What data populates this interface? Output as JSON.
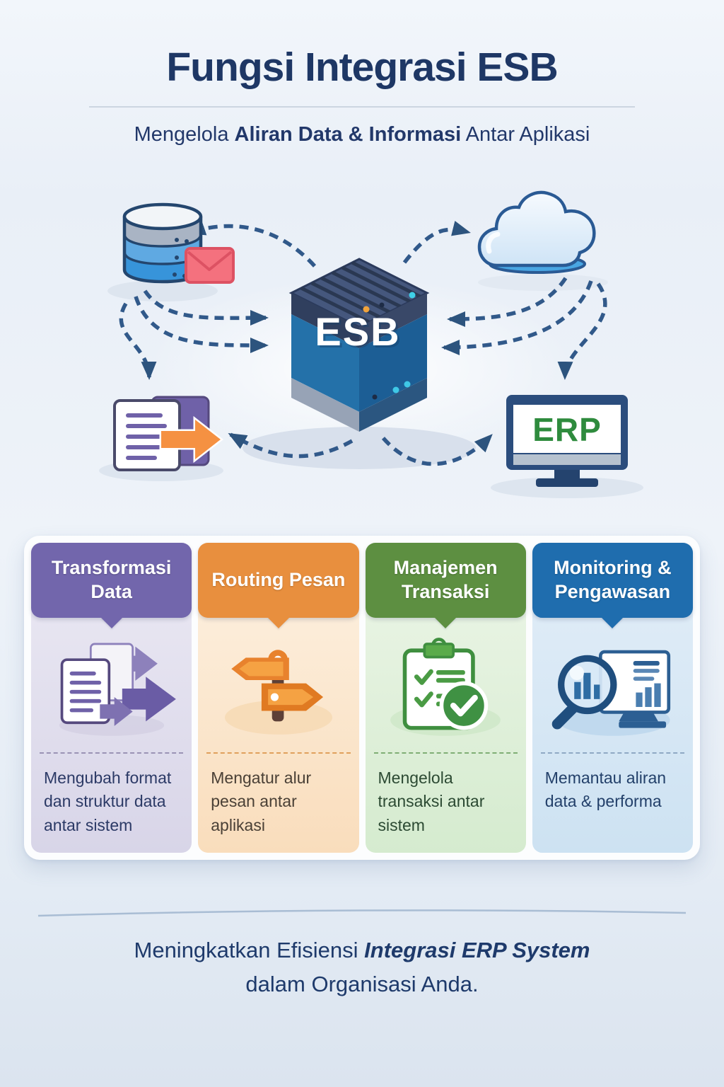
{
  "header": {
    "title": "Fungsi Integrasi ESB",
    "subtitle_prefix": "Mengelola ",
    "subtitle_bold": "Aliran Data & Informasi",
    "subtitle_suffix": " Antar Aplikasi"
  },
  "diagram": {
    "esb_label": "ESB",
    "erp_label": "ERP",
    "icons": [
      "database-icon",
      "email-icon",
      "cloud-icon",
      "esb-server-icon",
      "document-transform-icon",
      "erp-monitor-icon"
    ],
    "arrow_color": "#31598a"
  },
  "cards": [
    {
      "label": "Transformasi Data",
      "description": "Mengubah format dan struktur data antar sistem",
      "icon": "documents-transform-icon",
      "accent_color": "#7266ac",
      "tint_top": "#eceaf4",
      "tint_bottom": "#d8d5e8",
      "divider_color": "#9a93b5",
      "text_color": "#2c3a66"
    },
    {
      "label": "Routing Pesan",
      "description": "Mengatur alur pesan antar aplikasi",
      "icon": "signpost-routing-icon",
      "accent_color": "#e88f3e",
      "tint_top": "#fdf2e3",
      "tint_bottom": "#f9ddbc",
      "divider_color": "#e0a05c",
      "text_color": "#4a4036"
    },
    {
      "label": "Manajemen Transaksi",
      "description": "Mengelola transaksi antar sistem",
      "icon": "clipboard-check-icon",
      "accent_color": "#5d8f41",
      "tint_top": "#edf6e8",
      "tint_bottom": "#d5ebcf",
      "divider_color": "#7fae74",
      "text_color": "#2c4a33"
    },
    {
      "label": "Monitoring & Pengawasan",
      "description": "Memantau aliran data & performa",
      "icon": "magnifier-analytics-icon",
      "accent_color": "#1f6dae",
      "tint_top": "#e3eef8",
      "tint_bottom": "#cde2f2",
      "divider_color": "#8fa9c4",
      "text_color": "#23406a"
    }
  ],
  "footer": {
    "line1_regular": "Meningkatkan Efisiensi ",
    "line1_bold_italic": "Integrasi ERP System",
    "line2": "dalam Organisasi Anda."
  }
}
